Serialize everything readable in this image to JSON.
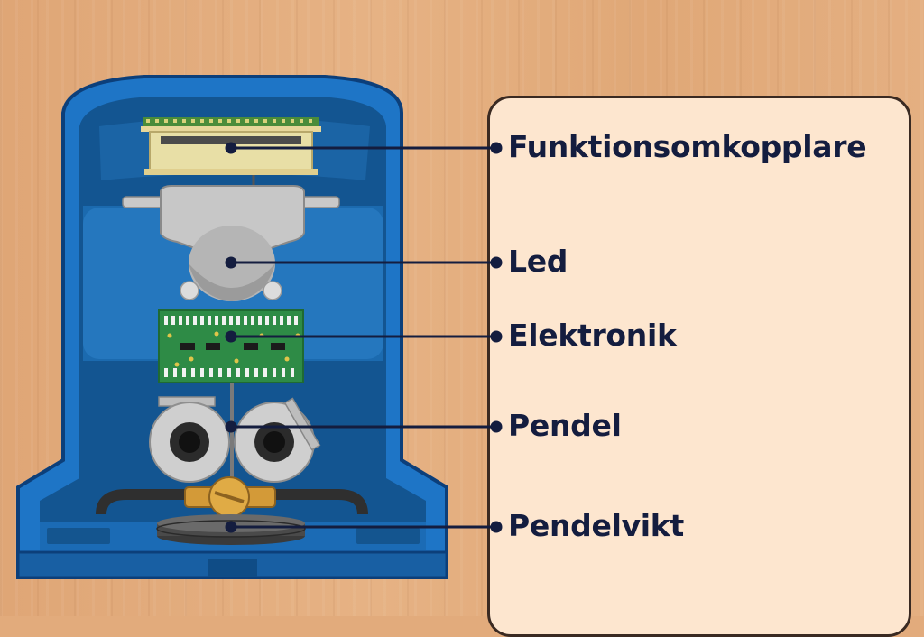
{
  "labels": {
    "switch": "Funktionsomkopplare",
    "joint": "Led",
    "electronics": "Elektronik",
    "pendulum": "Pendel",
    "weight": "Pendelvikt"
  },
  "colors": {
    "background_wood": "#e2ab7c",
    "housing_blue": "#1e75c6",
    "housing_dark": "#0c3f7a",
    "panel_fill": "#fde6cf",
    "label_text": "#141d3f",
    "pcb_green": "#2e8b46",
    "brass": "#d39a38"
  }
}
